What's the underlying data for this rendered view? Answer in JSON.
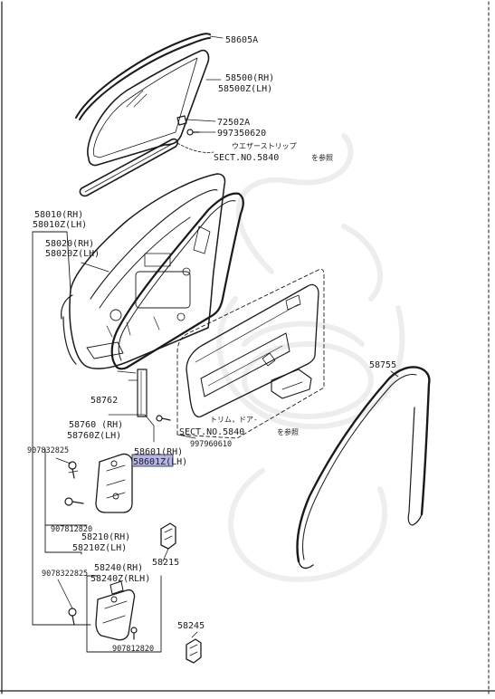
{
  "colors": {
    "ink": "#1a1a1a",
    "highlight": "#b4b4ef",
    "watermark": "#ececec",
    "background": "#ffffff"
  },
  "parts": {
    "p58605A": "58605A",
    "p58500": "58500(RH)",
    "p58500Z": "58500Z(LH)",
    "p72502A": "72502A",
    "p997350620": "997350620",
    "weatherstrip_jp": "ウエザーストリップ",
    "sect_top": "SECT.NO.5840",
    "sect_top_ref": "を参照",
    "p58010": "58010(RH)",
    "p58010Z": "58010Z(LH)",
    "p58020": "58020(RH)",
    "p58020Z": "58020Z(LH)",
    "p58762": "58762",
    "p58760": "58760 (RH)",
    "p58760Z": "58760Z(LH)",
    "p907832825": "907832825",
    "p58601": "58601(RH)",
    "p58601Z": "58601Z(LH)",
    "trim_jp": "トリム，ドア-",
    "sect_mid": "SECT.NO.5840",
    "sect_mid_ref": "を参照",
    "p997960610": "997960610",
    "p58755": "58755",
    "p907812820a": "907812820",
    "p58210": "58210(RH)",
    "p58210Z": "58210Z(LH)",
    "p58215": "58215",
    "p9078322825": "9078322825",
    "p58240": "58240(RH)",
    "p58240Z": "58240Z(RLH)",
    "p58245": "58245",
    "p907812820b": "907812820"
  }
}
